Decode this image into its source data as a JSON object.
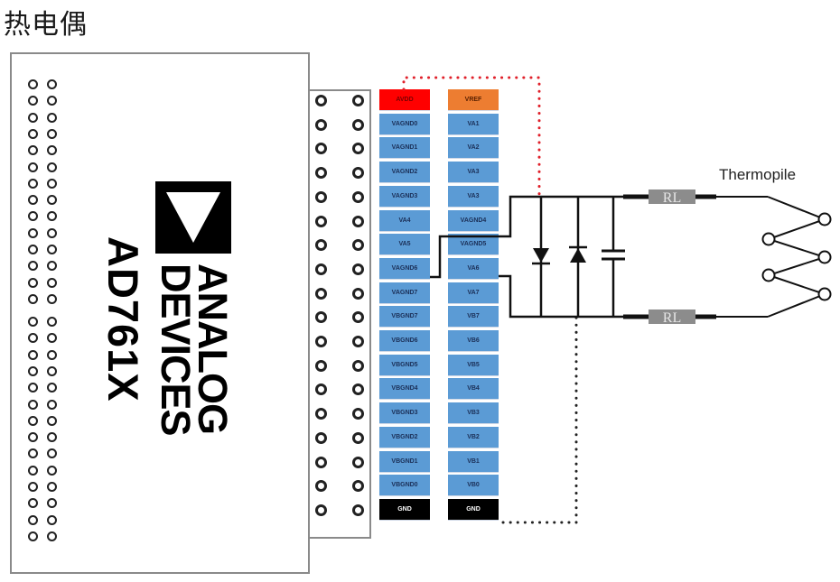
{
  "title": "热电偶",
  "board": {
    "brand_line1": "ANALOG",
    "brand_line2": "DEVICES",
    "part_number": "AD761X"
  },
  "pins_left_column": [
    {
      "label": "AVDD",
      "color": "#ff0000"
    },
    {
      "label": "VAGND0",
      "color": "#5b9bd5"
    },
    {
      "label": "VAGND1",
      "color": "#5b9bd5"
    },
    {
      "label": "VAGND2",
      "color": "#5b9bd5"
    },
    {
      "label": "VAGND3",
      "color": "#5b9bd5"
    },
    {
      "label": "VA4",
      "color": "#5b9bd5"
    },
    {
      "label": "VA5",
      "color": "#5b9bd5"
    },
    {
      "label": "VAGND6",
      "color": "#5b9bd5"
    },
    {
      "label": "VAGND7",
      "color": "#5b9bd5"
    },
    {
      "label": "VBGND7",
      "color": "#5b9bd5"
    },
    {
      "label": "VBGND6",
      "color": "#5b9bd5"
    },
    {
      "label": "VBGND5",
      "color": "#5b9bd5"
    },
    {
      "label": "VBGND4",
      "color": "#5b9bd5"
    },
    {
      "label": "VBGND3",
      "color": "#5b9bd5"
    },
    {
      "label": "VBGND2",
      "color": "#5b9bd5"
    },
    {
      "label": "VBGND1",
      "color": "#5b9bd5"
    },
    {
      "label": "VBGND0",
      "color": "#5b9bd5"
    },
    {
      "label": "GND",
      "color": "#000000"
    }
  ],
  "pins_right_column": [
    {
      "label": "VREF",
      "color": "#ed7d31"
    },
    {
      "label": "VA1",
      "color": "#5b9bd5"
    },
    {
      "label": "VA2",
      "color": "#5b9bd5"
    },
    {
      "label": "VA3",
      "color": "#5b9bd5"
    },
    {
      "label": "VA3",
      "color": "#5b9bd5"
    },
    {
      "label": "VAGND4",
      "color": "#5b9bd5"
    },
    {
      "label": "VAGND5",
      "color": "#5b9bd5"
    },
    {
      "label": "VA6",
      "color": "#5b9bd5"
    },
    {
      "label": "VA7",
      "color": "#5b9bd5"
    },
    {
      "label": "VB7",
      "color": "#5b9bd5"
    },
    {
      "label": "VB6",
      "color": "#5b9bd5"
    },
    {
      "label": "VB5",
      "color": "#5b9bd5"
    },
    {
      "label": "VB4",
      "color": "#5b9bd5"
    },
    {
      "label": "VB3",
      "color": "#5b9bd5"
    },
    {
      "label": "VB2",
      "color": "#5b9bd5"
    },
    {
      "label": "VB1",
      "color": "#5b9bd5"
    },
    {
      "label": "VB0",
      "color": "#5b9bd5"
    },
    {
      "label": "GND",
      "color": "#000000"
    }
  ],
  "circuit": {
    "resistor_top_label": "RL",
    "resistor_bottom_label": "RL",
    "sensor_label": "Thermopile",
    "avdd_wire_color": "#e0202a",
    "gnd_wire_color": "#222222"
  }
}
